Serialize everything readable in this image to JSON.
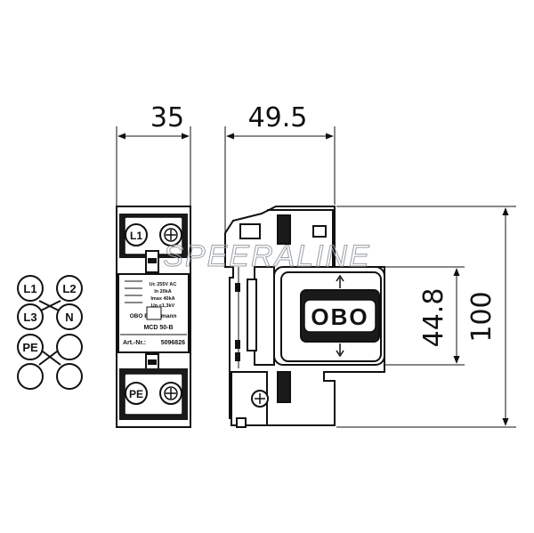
{
  "dimensions": {
    "width_front": "35",
    "depth_side": "49.5",
    "height_inner": "44.8",
    "height_total": "100"
  },
  "terminals": {
    "top": "L1",
    "bottom": "PE"
  },
  "wiring_symbol": {
    "l1": "L1",
    "l2": "L2",
    "l3": "L3",
    "n": "N",
    "pe": "PE"
  },
  "label_plate": {
    "line1": "Uc 255V AC",
    "line2": "In 20kA",
    "line3": "Imax 40kA",
    "line4": "Up <1,3kV",
    "brand_text": "OBO Bettermann",
    "model": "MCD 50-B",
    "art_prefix": "Art.-Nr.:",
    "art_number": "5096826"
  },
  "side_view": {
    "logo": "OBO"
  },
  "watermark": {
    "text": "SPEERALINE"
  }
}
